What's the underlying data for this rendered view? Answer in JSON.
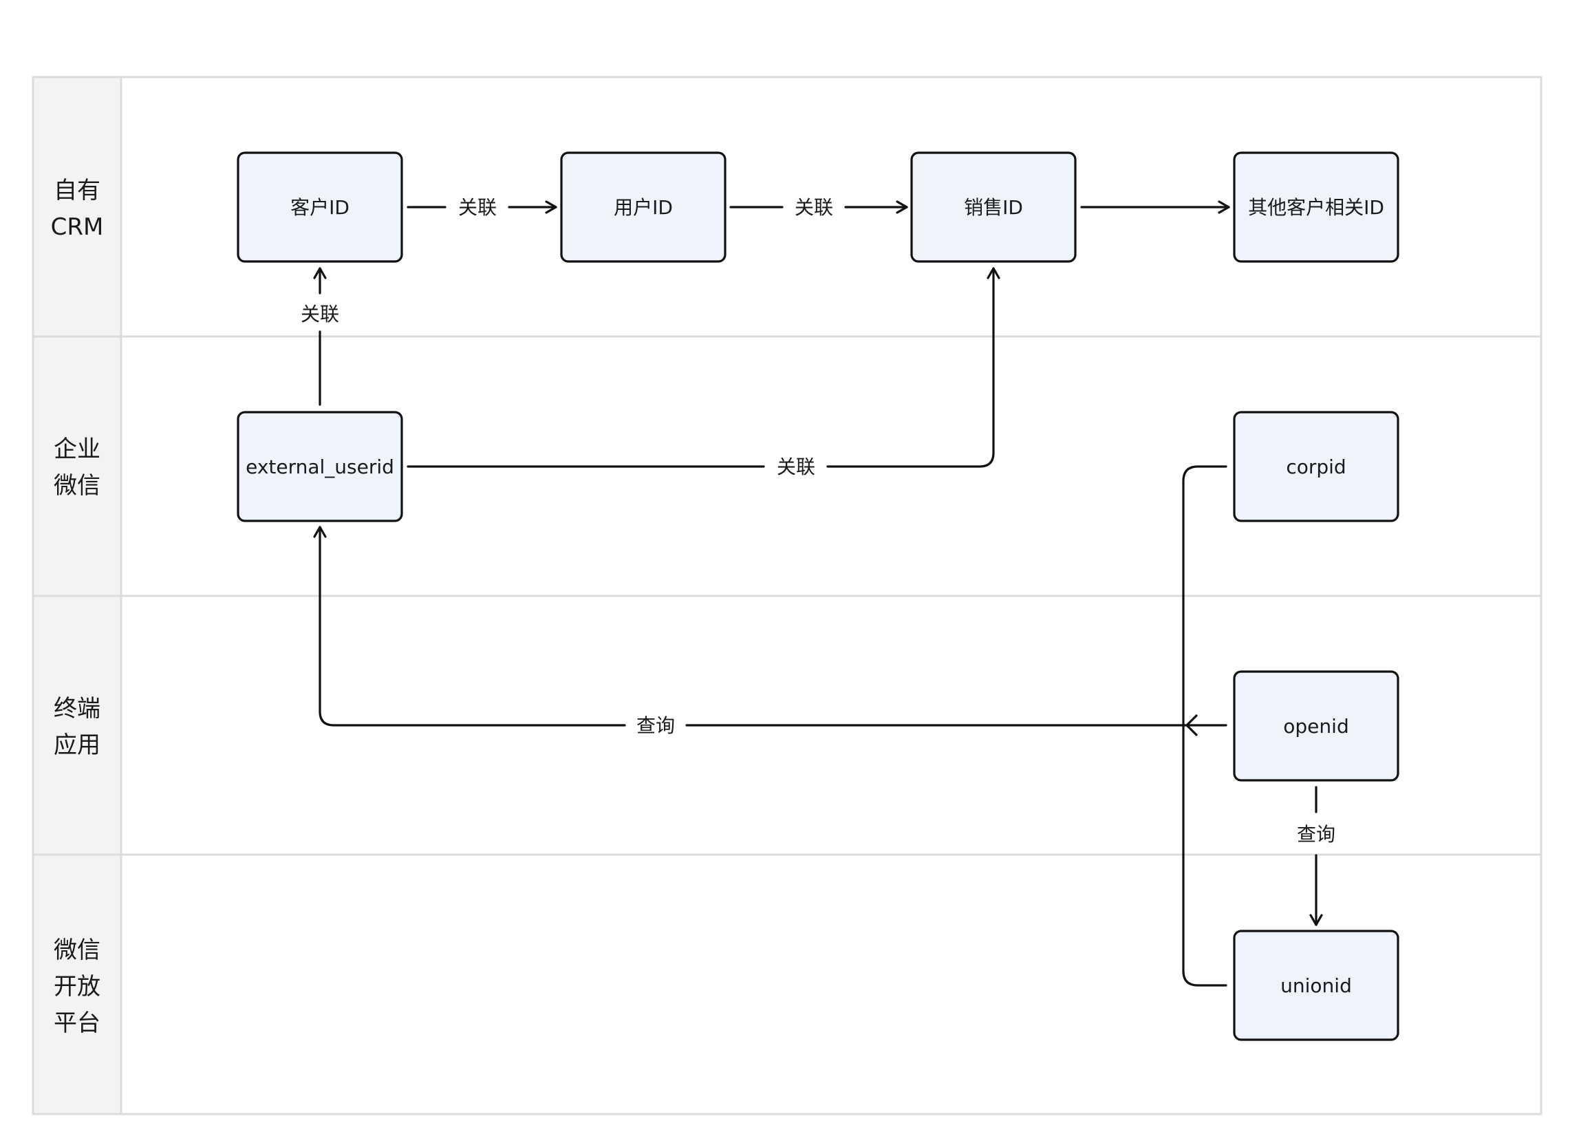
{
  "lanes": [
    {
      "id": "crm",
      "label_lines": [
        "自有",
        "CRM"
      ]
    },
    {
      "id": "wework",
      "label_lines": [
        "企业",
        "微信"
      ]
    },
    {
      "id": "terminal",
      "label_lines": [
        "终端",
        "应用"
      ]
    },
    {
      "id": "open",
      "label_lines": [
        "微信",
        "开放",
        "平台"
      ]
    }
  ],
  "nodes": {
    "customer_id": "客户ID",
    "user_id": "用户ID",
    "sales_id": "销售ID",
    "other_ids": "其他客户相关ID",
    "external_userid": "external_userid",
    "corpid": "corpid",
    "openid": "openid",
    "unionid": "unionid"
  },
  "edges": [
    {
      "id": "customer-to-user",
      "from": "客户ID",
      "to": "用户ID",
      "label": "关联"
    },
    {
      "id": "user-to-sales",
      "from": "用户ID",
      "to": "销售ID",
      "label": "关联"
    },
    {
      "id": "sales-to-other",
      "from": "销售ID",
      "to": "其他客户相关ID",
      "label": ""
    },
    {
      "id": "external-to-customer",
      "from": "external_userid",
      "to": "客户ID",
      "label": "关联"
    },
    {
      "id": "external-to-sales",
      "from": "external_userid",
      "to": "销售ID",
      "label": "关联"
    },
    {
      "id": "openid-to-external",
      "from": "openid",
      "to": "external_userid",
      "label": "查询"
    },
    {
      "id": "openid-to-unionid",
      "from": "openid",
      "to": "unionid",
      "label": "查询"
    },
    {
      "id": "corpid-unionid-connector",
      "from": "corpid",
      "to": "unionid",
      "label": ""
    }
  ]
}
